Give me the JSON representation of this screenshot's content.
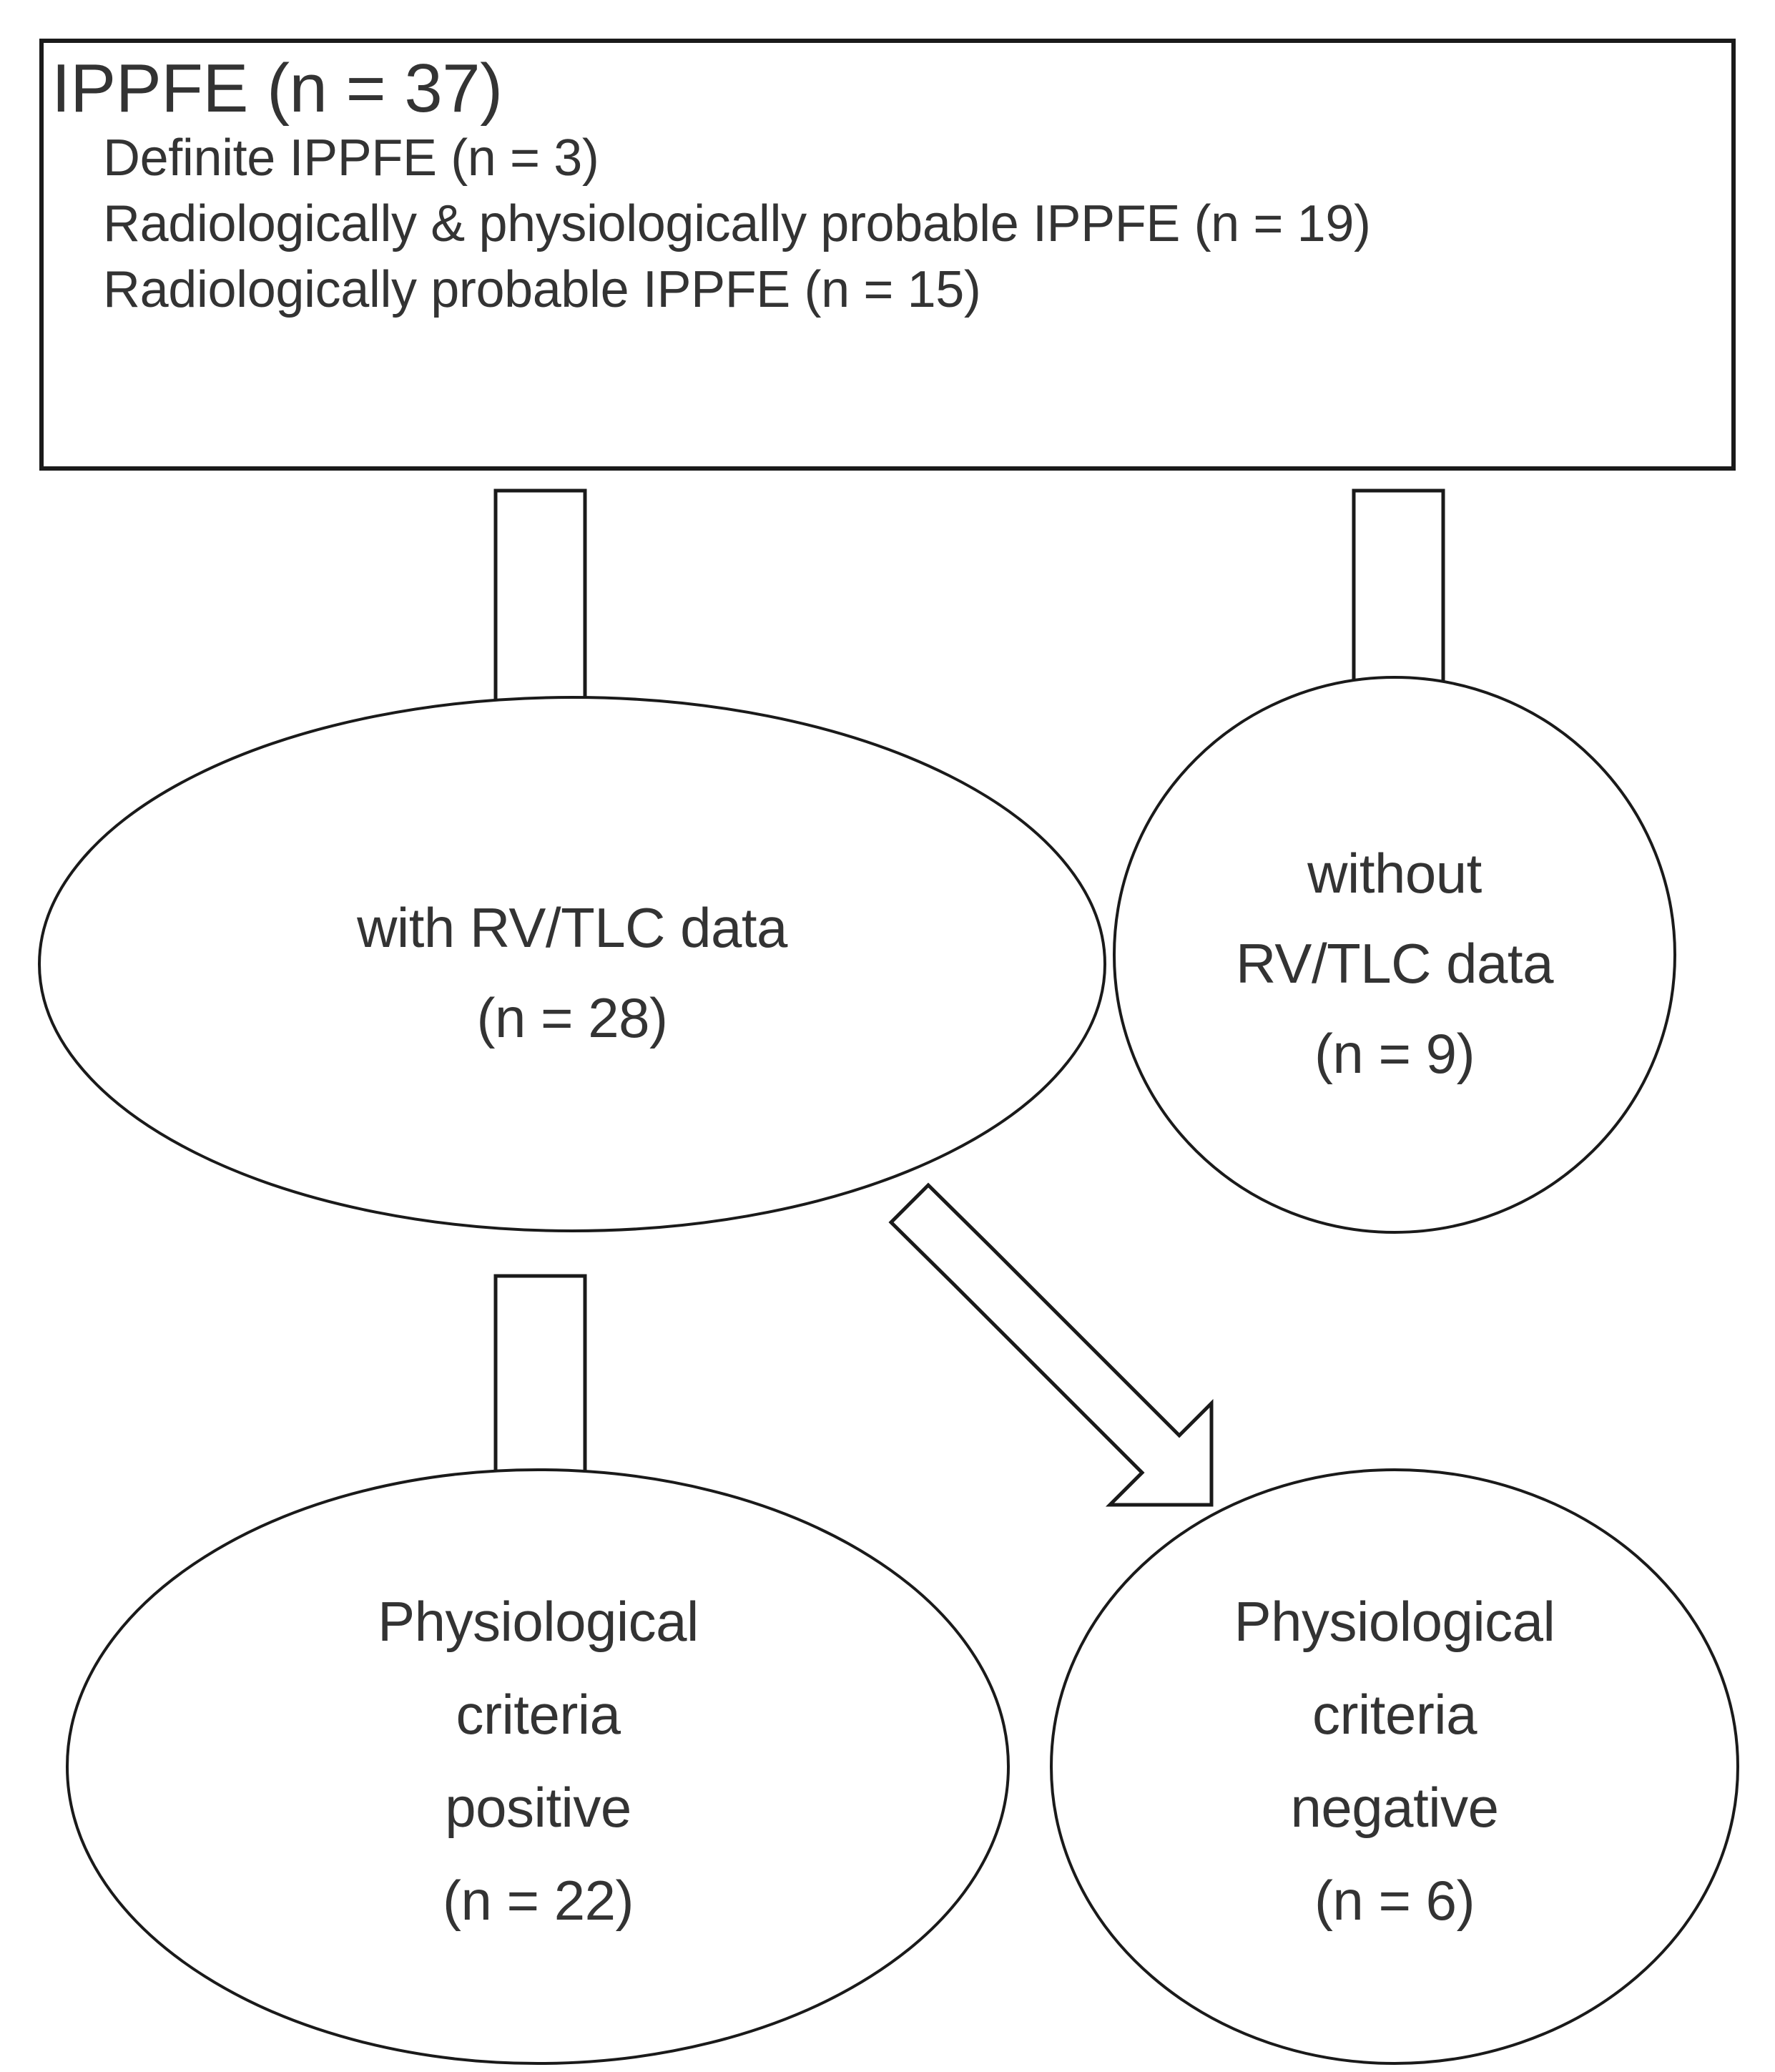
{
  "diagram": {
    "title": "IPPFE patient selection flow",
    "stroke_color": "#1a1a1a",
    "text_color": "#333333",
    "background_color": "#ffffff"
  },
  "top_box": {
    "heading": "IPPFE (n = 37)",
    "items": [
      "Definite IPPFE (n = 3)",
      "Radiologically & physiologically probable IPPFE (n = 19)",
      "Radiologically probable IPPFE (n = 15)"
    ]
  },
  "nodes": {
    "with_data": {
      "line1": "with RV/TLC data",
      "line2": "(n = 28)"
    },
    "without_data": {
      "line1": "without",
      "line2": "RV/TLC data",
      "line3": "(n = 9)"
    },
    "criteria_positive": {
      "line1": "Physiological",
      "line2": "criteria",
      "line3": "positive",
      "line4": "(n = 22)"
    },
    "criteria_negative": {
      "line1": "Physiological",
      "line2": "criteria",
      "line3": "negative",
      "line4": "(n = 6)"
    }
  },
  "arrows": {
    "to_with_data": "down-arrow",
    "to_without_data": "down-arrow",
    "to_criteria_positive": "down-arrow",
    "to_criteria_negative": "diagonal-down-right-arrow"
  }
}
